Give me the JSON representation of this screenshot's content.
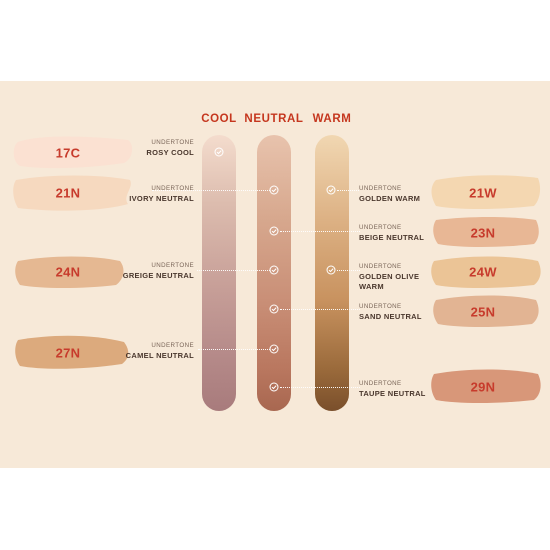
{
  "columns": [
    {
      "label": "COOL",
      "color": "#c5361e"
    },
    {
      "label": "NEUTRAL",
      "color": "#c5361e"
    },
    {
      "label": "WARM",
      "color": "#c5361e"
    }
  ],
  "shades_left": [
    {
      "code": "17C",
      "undertone_label": "UNDERTONE",
      "undertone": "ROSY COOL",
      "color": "#fbe1d2"
    },
    {
      "code": "21N",
      "undertone_label": "UNDERTONE",
      "undertone": "IVORY NEUTRAL",
      "color": "#f6d9bf"
    },
    {
      "code": "24N",
      "undertone_label": "UNDERTONE",
      "undertone": "GREIGE NEUTRAL",
      "color": "#e5b892"
    },
    {
      "code": "27N",
      "undertone_label": "UNDERTONE",
      "undertone": "CAMEL NEUTRAL",
      "color": "#dcaa7d"
    }
  ],
  "shades_right": [
    {
      "code": "21W",
      "undertone_label": "UNDERTONE",
      "undertone": "GOLDEN WARM",
      "color": "#f4d7b1"
    },
    {
      "code": "23N",
      "undertone_label": "UNDERTONE",
      "undertone": "BEIGE NEUTRAL",
      "color": "#e8b795"
    },
    {
      "code": "24W",
      "undertone_label": "UNDERTONE",
      "undertone": "GOLDEN OLIVE WARM",
      "color": "#ebc496"
    },
    {
      "code": "25N",
      "undertone_label": "UNDERTONE",
      "undertone": "SAND NEUTRAL",
      "color": "#e2b493"
    },
    {
      "code": "29N",
      "undertone_label": "UNDERTONE",
      "undertone": "TAUPE NEUTRAL",
      "color": "#d89779"
    }
  ]
}
